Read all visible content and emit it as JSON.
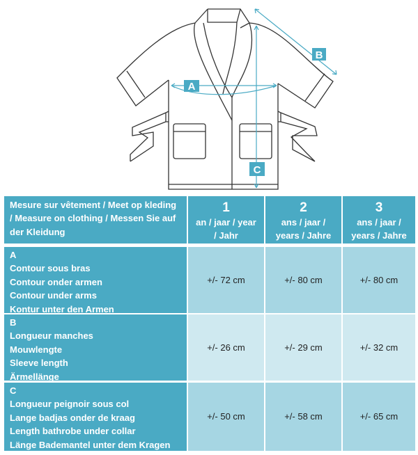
{
  "diagram": {
    "labels": [
      "A",
      "B",
      "C"
    ],
    "accent": "#4aaac4"
  },
  "table": {
    "header": {
      "measure": "Mesure sur vêtement / Meet op kleding / Measure on clothing / Messen Sie auf der Kleidung",
      "sizes": [
        {
          "num": "1",
          "unit": "an / jaar / year / Jahr"
        },
        {
          "num": "2",
          "unit": "ans / jaar / years / Jahre"
        },
        {
          "num": "3",
          "unit": "ans / jaar / years / Jahre"
        }
      ]
    },
    "rows": [
      {
        "letter": "A",
        "lines": [
          "Contour sous bras",
          "Contour onder armen",
          "Contour under arms",
          "Kontur unter den Armen"
        ],
        "values": [
          "+/- 72 cm",
          "+/- 80 cm",
          "+/- 80 cm"
        ]
      },
      {
        "letter": "B",
        "lines": [
          "Longueur manches",
          "Mouwlengte",
          "Sleeve length",
          "Ärmellänge"
        ],
        "values": [
          "+/- 26 cm",
          "+/- 29 cm",
          "+/- 32 cm"
        ]
      },
      {
        "letter": "C",
        "lines": [
          "Longueur peignoir sous col",
          "Lange badjas onder de kraag",
          "Length bathrobe under collar",
          "Länge Bademantel unter dem Kragen"
        ],
        "values": [
          "+/- 50 cm",
          "+/- 58 cm",
          "+/- 65 cm"
        ]
      }
    ]
  }
}
